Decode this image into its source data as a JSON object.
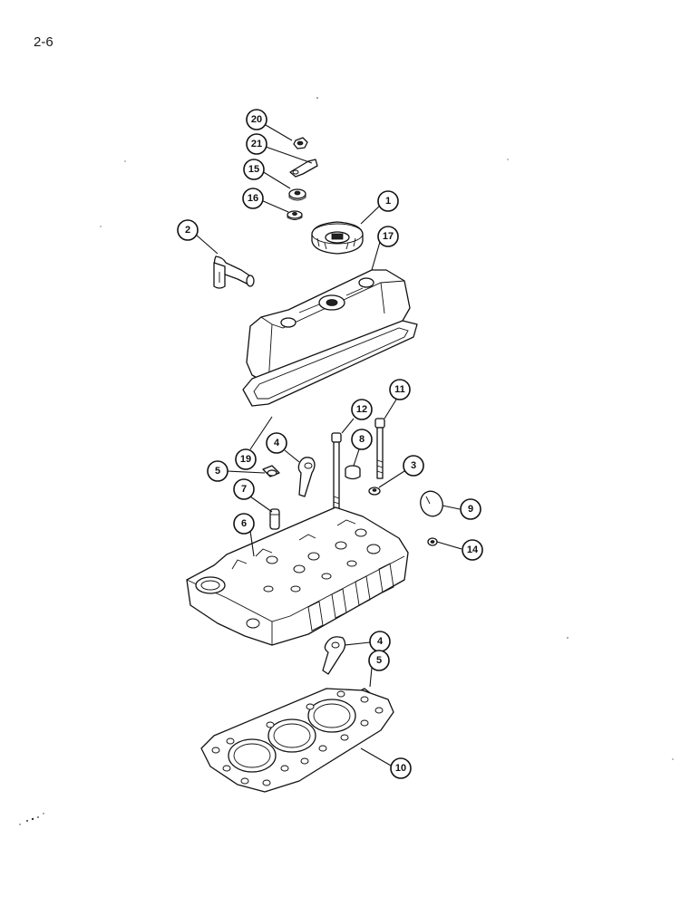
{
  "page": {
    "number": "2-6"
  },
  "callouts": [
    {
      "id": "20",
      "label": "20"
    },
    {
      "id": "21",
      "label": "21"
    },
    {
      "id": "15",
      "label": "15"
    },
    {
      "id": "16",
      "label": "16"
    },
    {
      "id": "1",
      "label": "1"
    },
    {
      "id": "2",
      "label": "2"
    },
    {
      "id": "17",
      "label": "17"
    },
    {
      "id": "11",
      "label": "11"
    },
    {
      "id": "12",
      "label": "12"
    },
    {
      "id": "8",
      "label": "8"
    },
    {
      "id": "4a",
      "label": "4"
    },
    {
      "id": "19",
      "label": "19"
    },
    {
      "id": "5a",
      "label": "5"
    },
    {
      "id": "3",
      "label": "3"
    },
    {
      "id": "7",
      "label": "7"
    },
    {
      "id": "9",
      "label": "9"
    },
    {
      "id": "6",
      "label": "6"
    },
    {
      "id": "14",
      "label": "14"
    },
    {
      "id": "4b",
      "label": "4"
    },
    {
      "id": "5b",
      "label": "5"
    },
    {
      "id": "10",
      "label": "10"
    }
  ]
}
